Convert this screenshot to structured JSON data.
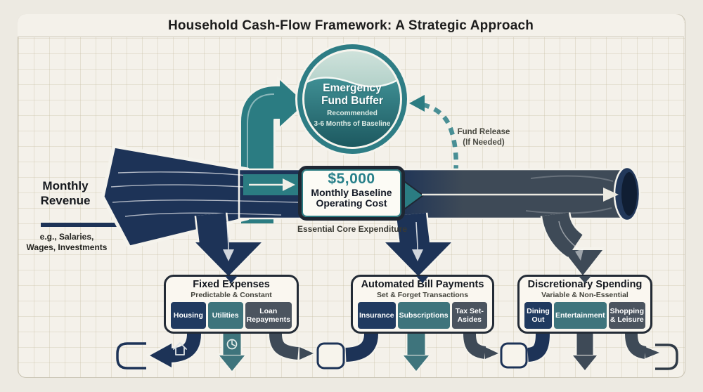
{
  "header": {
    "title": "Household Cash-Flow Framework: A Strategic Approach"
  },
  "revenue": {
    "title": "Monthly\nRevenue",
    "subtitle": "e.g., Salaries,\nWages, Investments"
  },
  "emergency_fund": {
    "title": "Emergency\nFund Buffer",
    "subtitle_line1": "Recommended",
    "subtitle_line2": "3-6 Months of Baseline"
  },
  "fund_release": {
    "label": "Fund Release\n(If Needed)"
  },
  "baseline": {
    "amount": "$5,000",
    "label": "Monthly Baseline\nOperating Cost",
    "caption": "Essential Core Expenditure"
  },
  "categories": [
    {
      "title": "Fixed Expenses",
      "subtitle": "Predictable & Constant",
      "items": [
        "Housing",
        "Utilities",
        "Loan Repayments"
      ]
    },
    {
      "title": "Automated Bill Payments",
      "subtitle": "Set & Forget Transactions",
      "items": [
        "Insurance",
        "Subscriptions",
        "Tax Set-Asides"
      ]
    },
    {
      "title": "Discretionary Spending",
      "subtitle": "Variable & Non-Essential",
      "items": [
        "Dining Out",
        "Entertainment",
        "Shopping & Leisure"
      ]
    }
  ],
  "icons": {
    "house": "house-icon",
    "timer": "timer-icon"
  },
  "colors": {
    "navy": "#1d3357",
    "slate": "#3e4a57",
    "teal": "#2b7c82",
    "paper": "#f4f1ea",
    "ink": "#1a1a1a"
  }
}
